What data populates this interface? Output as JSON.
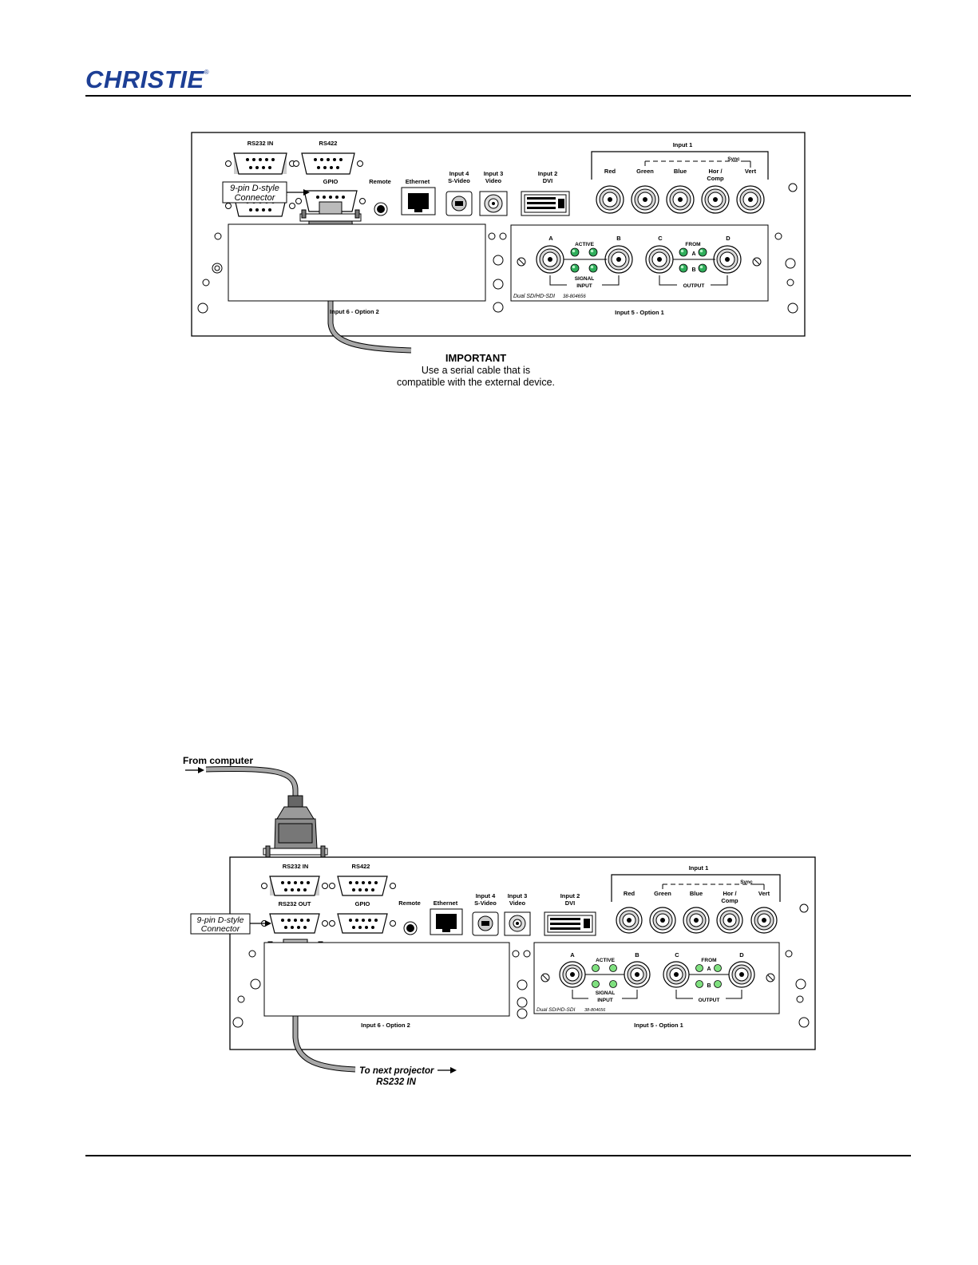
{
  "header": {
    "brand": "CHRISTIE",
    "reg_mark": "®"
  },
  "panel": {
    "rs232_in": "RS232 IN",
    "rs232_out": "RS232 OUT",
    "rs422": "RS422",
    "gpio": "GPIO",
    "remote": "Remote",
    "ethernet": "Ethernet",
    "input4_a": "Input 4",
    "input4_b": "S-Video",
    "input3_a": "Input 3",
    "input3_b": "Video",
    "input2_a": "Input 2",
    "input2_b": "DVI",
    "input1": "Input 1",
    "sync": "Sync",
    "red": "Red",
    "green": "Green",
    "blue": "Blue",
    "hor_a": "Hor /",
    "hor_b": "Comp",
    "vert": "Vert",
    "a": "A",
    "b": "B",
    "c": "C",
    "d": "D",
    "active": "ACTIVE",
    "from": "FROM",
    "signal": "SIGNAL",
    "input": "INPUT",
    "output": "OUTPUT",
    "card_label": "Dual SD/HD-SDI",
    "card_part": "38-804656",
    "option2": "Input 6 - Option 2",
    "option1": "Input 5 - Option 1"
  },
  "figure1": {
    "callout_line1": "9-pin D-style",
    "callout_line2": "Connector",
    "important": "IMPORTANT",
    "note_line1": "Use a serial cable that is",
    "note_line2": "compatible with the external device."
  },
  "figure2": {
    "from_computer": "From computer",
    "callout_line1": "9-pin D-style",
    "callout_line2": "Connector",
    "to_next_line1": "To next projector",
    "to_next_line2": "RS232 IN"
  },
  "colors": {
    "brand_blue": "#1d3f95",
    "led_green": "#2fae5b",
    "connector_gray": "#9a9a9a"
  }
}
